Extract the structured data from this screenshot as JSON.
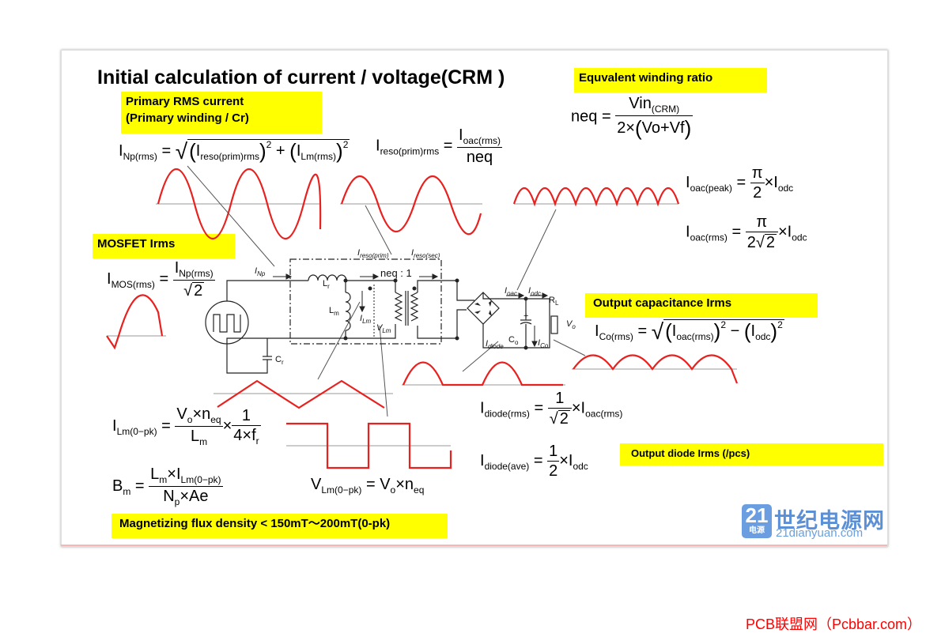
{
  "title": "Initial calculation of current / voltage(CRM )",
  "labels": {
    "primary_rms_line1": "Primary RMS current",
    "primary_rms_line2": "(Primary winding / Cr)",
    "equivalent_ratio": "Equvalent winding ratio",
    "mosfet": "MOSFET Irms",
    "output_cap": "Output capacitance Irms",
    "output_diode": "Output diode Irms (/pcs)",
    "flux": "Magnetizing flux density < 150mT～200mT(0-pk)"
  },
  "circuit": {
    "i_np": "I",
    "i_np_sub": "Np",
    "i_reso_prim": "I",
    "i_reso_prim_sub": "reso(prim)",
    "i_reso_sec": "I",
    "i_reso_sec_sub": "reso(sec)",
    "ratio": "neq : 1",
    "lr": "L",
    "lr_sub": "r",
    "lm": "L",
    "lm_sub": "m",
    "i_lm": "I",
    "i_lm_sub": "Lm",
    "v_lm": "V",
    "v_lm_sub": "Lm",
    "cr": "C",
    "cr_sub": "r",
    "i_oac": "I",
    "i_oac_sub": "oac",
    "i_odc": "I",
    "i_odc_sub": "odc",
    "rl": "R",
    "rl_sub": "L",
    "co": "C",
    "co_sub": "o",
    "i_co": "I",
    "i_co_sub": "Co",
    "vo": "V",
    "vo_sub": "o",
    "i_diode": "I",
    "i_diode_sub": "diode",
    "plus": "+"
  },
  "formulas": {
    "i_np_rms": "I",
    "i_np_rms_sub": "Np(rms)",
    "i_reso_prim_rms": "I",
    "i_reso_prim_rms_sub": "reso(prim)rms",
    "i_lm_rms": "I",
    "i_lm_rms_sub": "Lm(rms)",
    "i_oac_rms": "I",
    "i_oac_rms_sub": "oac(rms)",
    "neq": "neq",
    "vin": "Vin",
    "vin_sub": "(CRM)",
    "two_times": "2×",
    "vo_vf": "Vo+Vf",
    "i_oac_peak": "I",
    "i_oac_peak_sub": "oac(peak)",
    "pi": "π",
    "two": "2",
    "one": "1",
    "times": "×",
    "i_odc": "I",
    "i_odc_sub": "odc",
    "i_mos_rms": "I",
    "i_mos_rms_sub": "MOS(rms)",
    "i_co_rms": "I",
    "i_co_rms_sub": "Co(rms)",
    "i_diode_rms": "I",
    "i_diode_rms_sub": "diode(rms)",
    "i_diode_ave": "I",
    "i_diode_ave_sub": "diode(ave)",
    "i_lm_0pk": "I",
    "i_lm_0pk_sub": "Lm(0−pk)",
    "v_o": "V",
    "v_o_sub": "o",
    "n_eq": "n",
    "n_eq_sub": "eq",
    "l_m": "L",
    "l_m_sub": "m",
    "four_times": "4×",
    "f_r": "f",
    "f_r_sub": "r",
    "b_m": "B",
    "b_m_sub": "m",
    "n_p": "N",
    "n_p_sub": "p",
    "ae": "Ae",
    "v_lm_0pk": "V",
    "v_lm_0pk_sub": "Lm(0−pk)",
    "eq": "=",
    "plus": "+",
    "minus": "−",
    "sq_two": "2"
  },
  "watermark": {
    "logo_num": "21",
    "logo_text": "电源",
    "cn": "世纪电源网",
    "url": "21dianyuan.com"
  },
  "footer": "PCB联盟网（Pcbbar.com）",
  "colors": {
    "wave": "#e8211f",
    "highlight": "#ffff00",
    "watermark": "#5b8fd6",
    "footer": "#ff0000"
  }
}
